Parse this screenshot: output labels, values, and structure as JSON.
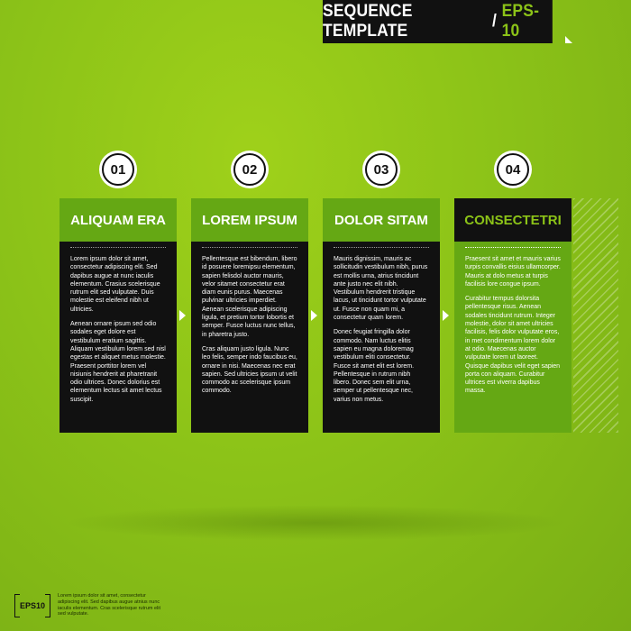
{
  "header": {
    "title_main": "SEQUENCE TEMPLATE",
    "separator": "/",
    "title_accent": "EPS-10"
  },
  "steps": [
    {
      "number": "01",
      "title": "ALIQUAM ERA",
      "paragraphs": [
        "Lorem ipsum dolor sit amet, consectetur adipiscing elit. Sed dapibus augue at nunc iaculis elementum. Crasius scelerisque rutrum elit sed vulputate. Duis molestie est eleifend nibh ut ultricies.",
        "Aenean ornare ipsum sed odio sodales eget dolore est vestibulum eratium sagittis. Aliquam vestibulum lorem sed nisl egestas et aliquet metus molestie. Praesent porttitor lorem vel nisiunis hendrerit at pharetranit odio ultrices. Donec dolorius est elementum lectus sit amet lectus suscipit."
      ]
    },
    {
      "number": "02",
      "title": "LOREM IPSUM",
      "paragraphs": [
        "Pellentesque est bibendum, libero id posuere loremipsu elementum, sapien felisdol auctor mauris, velor sitamet consectetur erat diam eunis purus. Maecenas pulvinar ultricies imperdiet. Aenean scelerisque adipiscing ligula, et pretium tortor lobortis et semper. Fusce luctus nunc tellus, in pharetra justo.",
        "Cras aliquam justo ligula. Nunc leo felis, semper indo faucibus eu, ornare in nisi. Maecenas nec erat sapien. Sed ultricies ipsum ut velit commodo ac scelerisque ipsum commodo."
      ]
    },
    {
      "number": "03",
      "title": "DOLOR SITAM",
      "paragraphs": [
        "Mauris dignissim, mauris ac sollicitudin vestibulum nibh, purus est mollis urna, atrius tincidunt ante justo nec elit nibh. Vestibulum hendrerit tristique lacus, ut tincidunt tortor vulputate ut. Fusce non quam mi, a consectetur quam lorem.",
        "Donec feugiat fringilla dolor commodo. Nam luctus elitis sapien eu magna doloremag vestibulum eliti consectetur. Fusce sit amet elit est lorem. Pellentesque in rutrum nibh libero. Donec sem elit urna, semper ut pellentesque nec, varius non metus."
      ]
    },
    {
      "number": "04",
      "title": "CONSECTETRI",
      "paragraphs": [
        "Praesent sit amet et mauris varius turpis convallis eisius ullamcorper. Mauris at dolo metus at turpis facilisis lore congue ipsum.",
        "Curabitur tempus dolorsita pellentesque risus. Aenean sodales tincidunt rutrum. Integer molestie, dolor sit amet ultricies facilisis, felis dolor vulputate eros, in met condimentum lorem dolor at odio. Maecenas auctor vulputate lorem ut laoreet. Quisque dapibus velit eget sapien porta con aliquam. Curabitur ultrices est viverra dapibus massa."
      ]
    }
  ],
  "footer": {
    "badge": "EPS10",
    "text": "Lorem ipsum dolor sit amet, consectetur adipiscing elit. Sed dapibus augue atnius nunc iaculis elementum. Cras scelerisque rutrum elit sed vulputate."
  },
  "colors": {
    "background": "#8cc318",
    "accent_green": "#65a814",
    "dark": "#111111",
    "text_light": "#ffffff"
  }
}
